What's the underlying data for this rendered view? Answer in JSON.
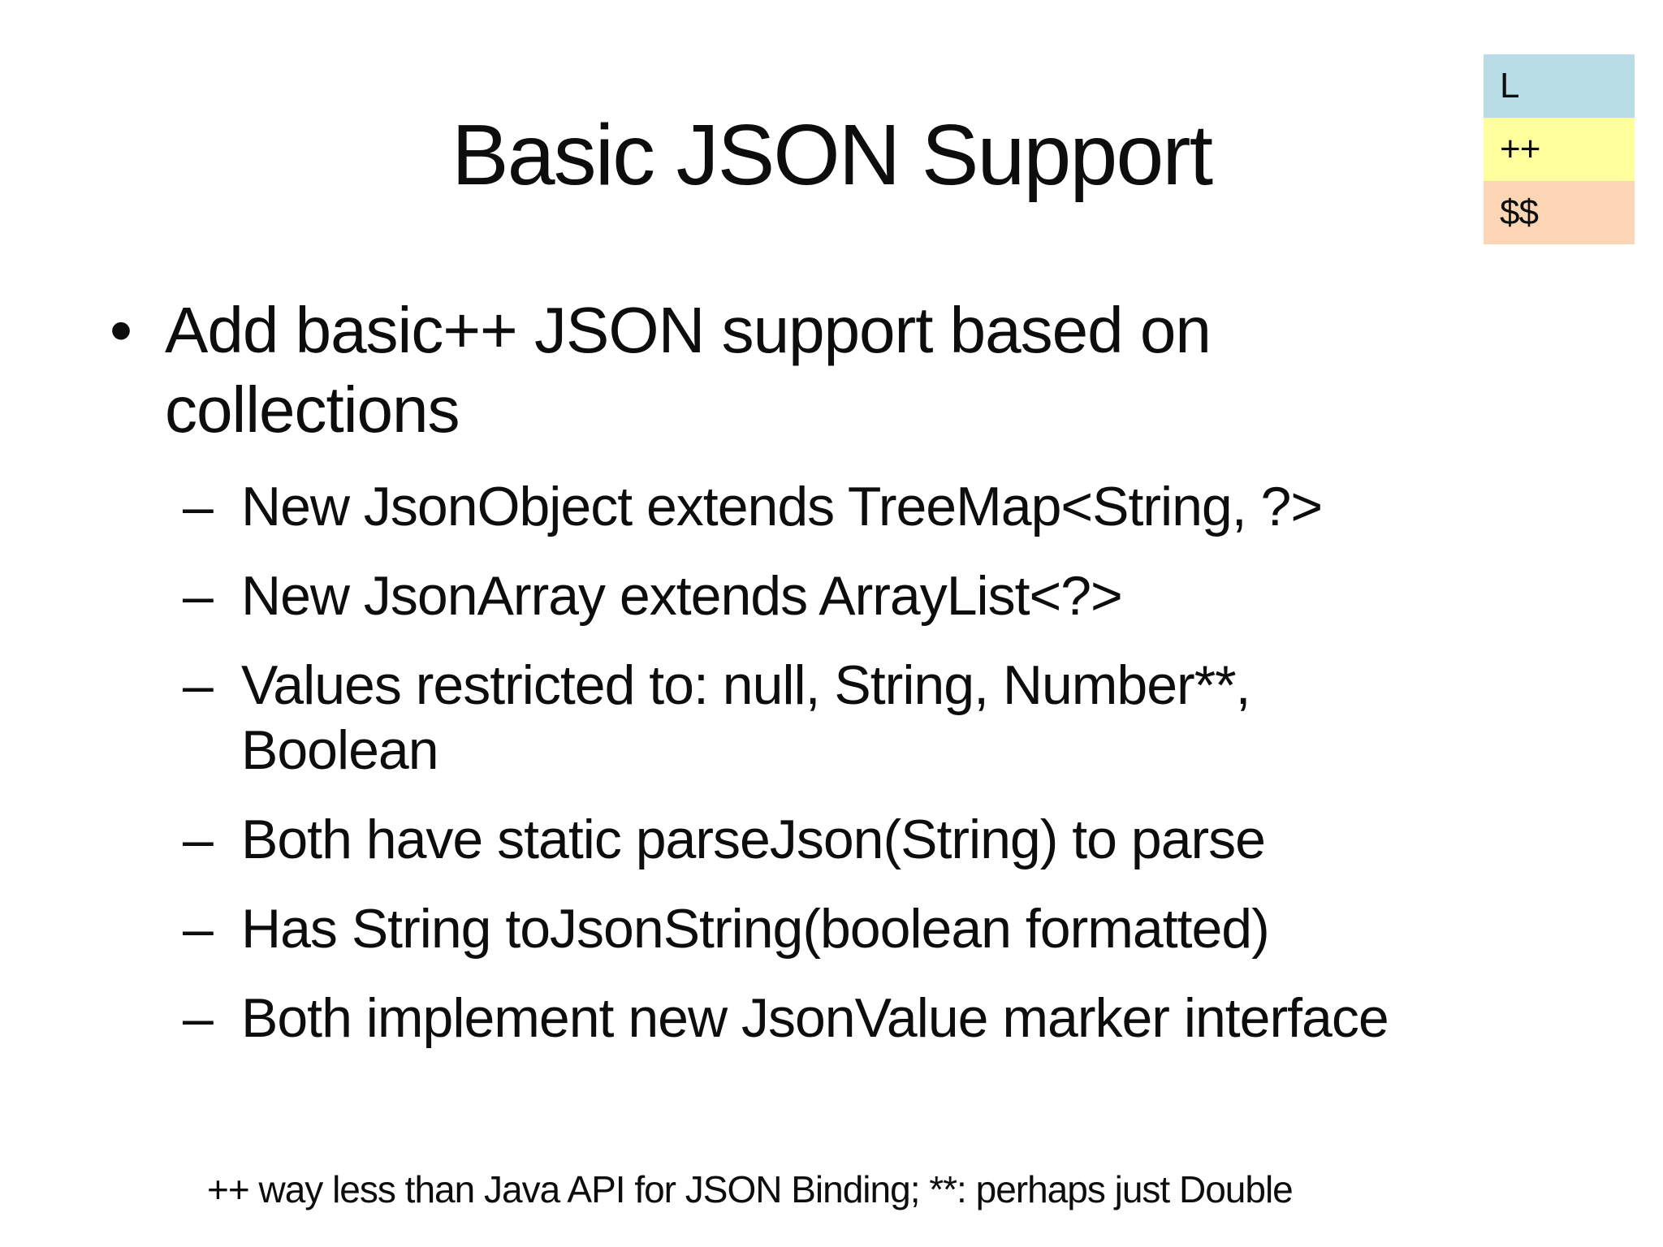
{
  "slide": {
    "title": "Basic JSON Support",
    "legend": {
      "items": [
        {
          "label": "L",
          "color": "#b9dde6"
        },
        {
          "label": "++",
          "color": "#ffff9e"
        },
        {
          "label": "$$",
          "color": "#fcd5b5"
        }
      ]
    },
    "bullets": [
      {
        "level": 1,
        "marker": "•",
        "lines": [
          "Add basic++ JSON support based on",
          "collections"
        ]
      },
      {
        "level": 2,
        "marker": "–",
        "lines": [
          "New JsonObject extends TreeMap<String, ?>"
        ]
      },
      {
        "level": 2,
        "marker": "–",
        "lines": [
          "New JsonArray extends ArrayList<?>"
        ]
      },
      {
        "level": 2,
        "marker": "–",
        "lines": [
          "Values restricted to: null, String, Number**,",
          "Boolean"
        ]
      },
      {
        "level": 2,
        "marker": "–",
        "lines": [
          "Both have static parseJson(String) to parse"
        ]
      },
      {
        "level": 2,
        "marker": "–",
        "lines": [
          "Has String toJsonString(boolean formatted)"
        ]
      },
      {
        "level": 2,
        "marker": "–",
        "lines": [
          "Both implement new JsonValue marker interface"
        ]
      }
    ],
    "footnote": "++ way less than Java API for JSON Binding; **: perhaps just Double",
    "colors": {
      "background": "#ffffff",
      "text": "#0d0d0d",
      "legend_blue": "#b9dde6",
      "legend_yellow": "#ffff9e",
      "legend_peach": "#fcd5b5"
    }
  }
}
